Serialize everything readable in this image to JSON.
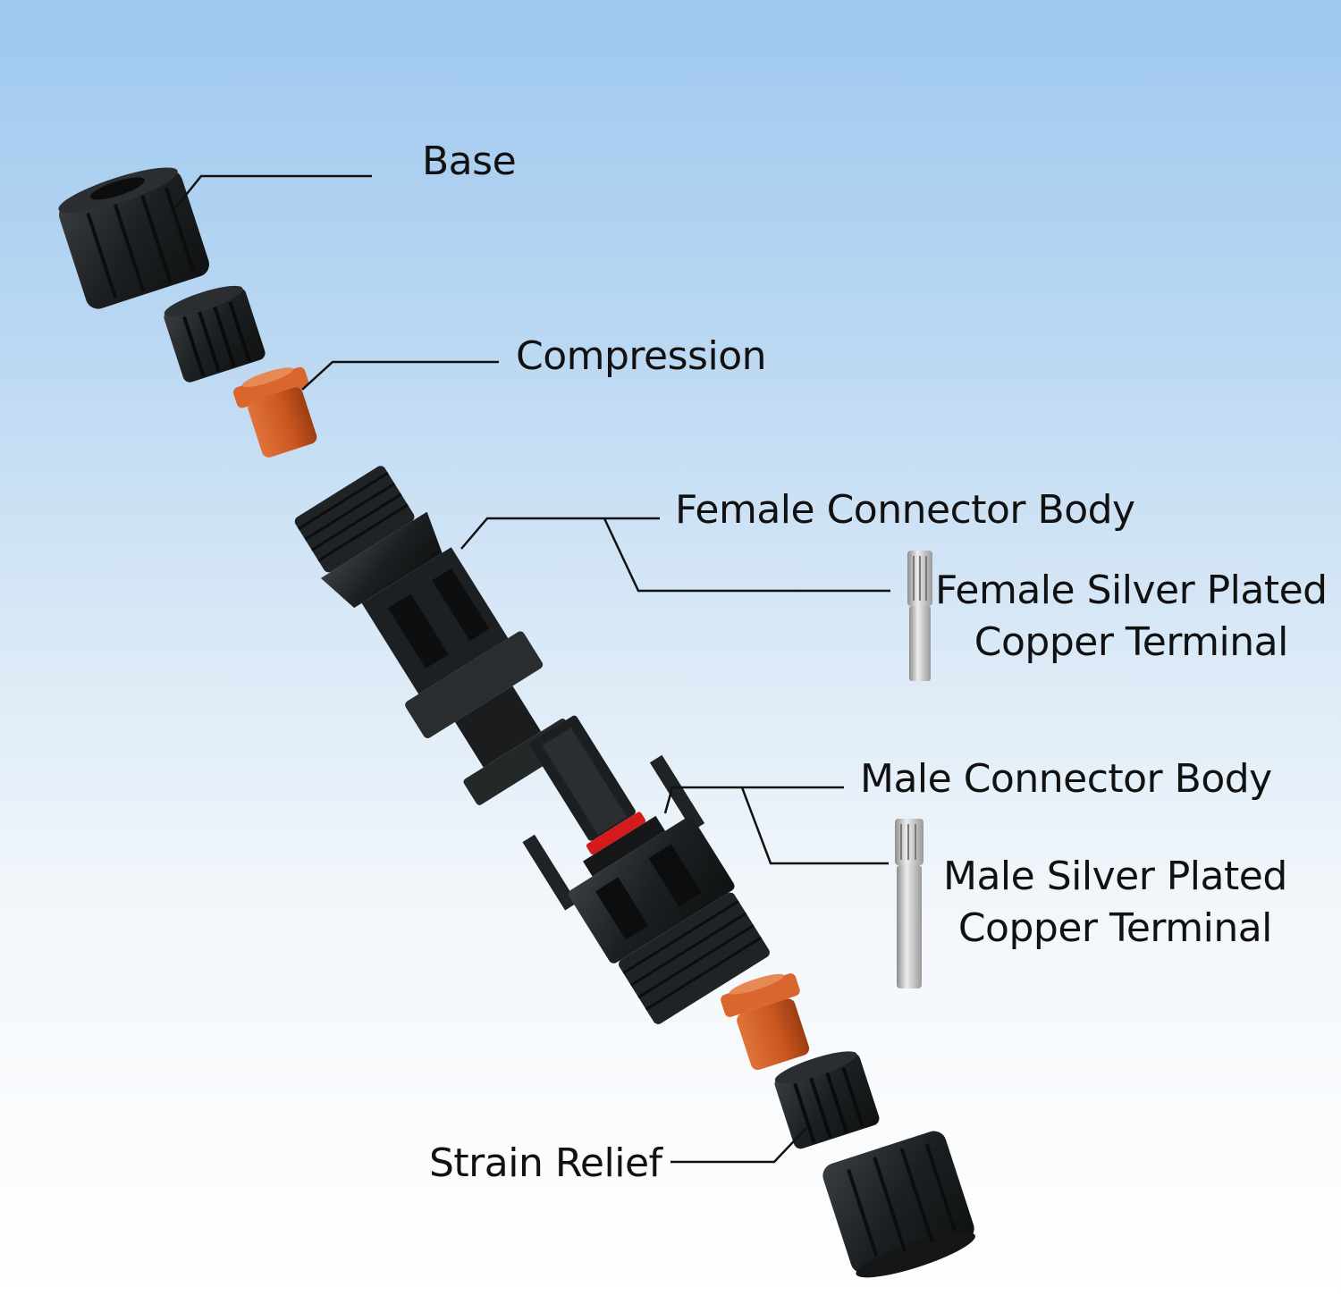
{
  "labels": {
    "base": "Base",
    "compression": "Compression",
    "female_body": "Female Connector Body",
    "female_terminal_line1": "Female Silver Plated",
    "female_terminal_line2": "Copper Terminal",
    "male_body": "Male Connector Body",
    "male_terminal_line1": "Male Silver Plated",
    "male_terminal_line2": "Copper Terminal",
    "strain_relief": "Strain Relief"
  },
  "colors": {
    "black_plastic": "#1e2123",
    "orange_seal": "#c9561f",
    "red_oring": "#d41a1a",
    "silver_terminal": "#c8c8c8",
    "leader_line": "#111111"
  }
}
